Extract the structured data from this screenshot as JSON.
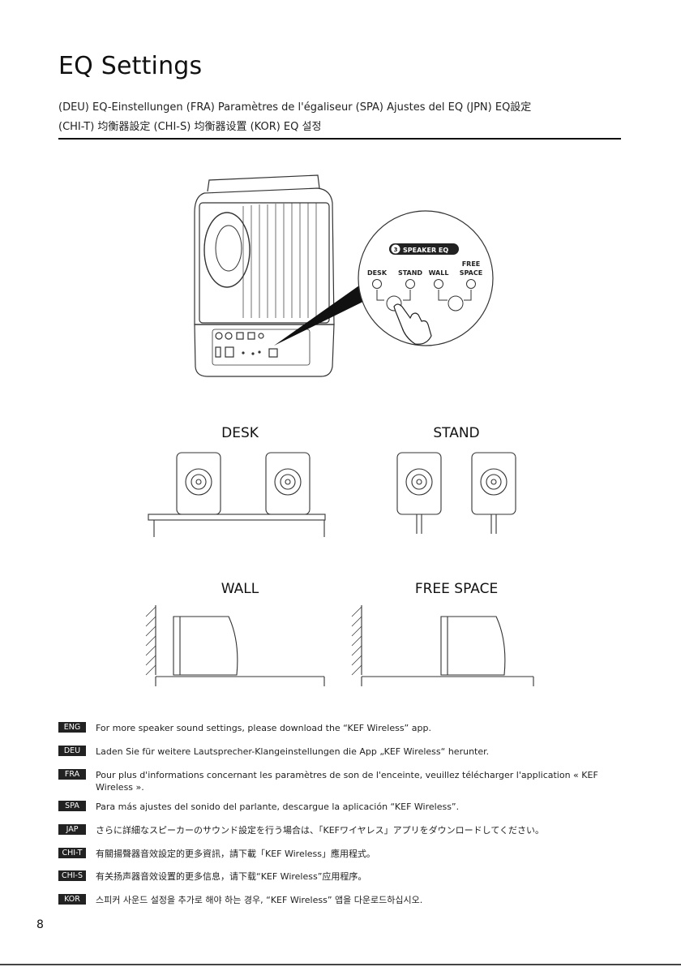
{
  "page": {
    "title": "EQ Settings",
    "subtitle_line1": "(DEU) EQ-Einstellungen   (FRA) Paramètres de l'égaliseur   (SPA) Ajustes del EQ   (JPN) EQ設定",
    "subtitle_line2": "(CHI-T) 均衡器設定   (CHI-S) 均衡器设置   (KOR) EQ 설정",
    "page_number": "8"
  },
  "callout": {
    "badge_number": "3",
    "panel_title": "SPEAKER EQ",
    "options": [
      "DESK",
      "STAND",
      "WALL",
      "FREE",
      "SPACE"
    ]
  },
  "placements": {
    "desk": "DESK",
    "stand": "STAND",
    "wall": "WALL",
    "free_space": "FREE SPACE"
  },
  "instructions": [
    {
      "lang": "ENG",
      "text": "For more speaker sound settings, please download the “KEF Wireless” app."
    },
    {
      "lang": "DEU",
      "text": "Laden Sie für weitere Lautsprecher-Klangeinstellungen die App „KEF Wireless“ herunter."
    },
    {
      "lang": "FRA",
      "text": "Pour plus d'informations concernant les paramètres de son de l'enceinte, veuillez télécharger l'application « KEF Wireless »."
    },
    {
      "lang": "SPA",
      "text": "Para más ajustes del sonido del parlante, descargue la aplicación “KEF Wireless”."
    },
    {
      "lang": "JAP",
      "text": "さらに詳細なスピーカーのサウンド設定を行う場合は、「KEFワイヤレス」アプリをダウンロードしてください。"
    },
    {
      "lang": "CHI-T",
      "text": "有關揚聲器音效設定的更多資訊，請下載「KEF Wireless」應用程式。"
    },
    {
      "lang": "CHI-S",
      "text": "有关扬声器音效设置的更多信息，请下载“KEF Wireless”应用程序。"
    },
    {
      "lang": "KOR",
      "text": "스피커 사운드 설정을 추가로 해야 하는 경우, “KEF Wireless” 앱을 다운로드하십시오."
    }
  ]
}
